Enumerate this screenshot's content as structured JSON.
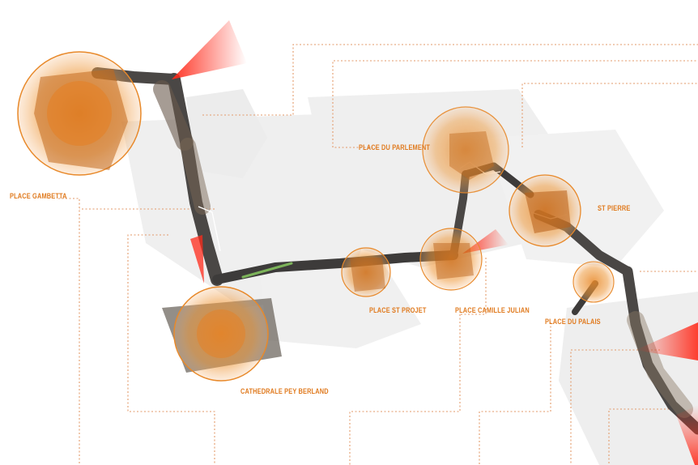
{
  "colors": {
    "accent": "#e8892a",
    "label": "#e07a1e",
    "dotted_line": "#e39a6a",
    "view_cone": "#ff2a1a",
    "street": "#3d3b3a",
    "blocks": "#e4e4e4"
  },
  "places": [
    {
      "id": "gambetta",
      "name": "PLACE GAMBETTA"
    },
    {
      "id": "parlement",
      "name": "PLACE DU PARLEMENT"
    },
    {
      "id": "st-pierre",
      "name": "ST PIERRE"
    },
    {
      "id": "st-projet",
      "name": "PLACE ST PROJET"
    },
    {
      "id": "camille-julian",
      "name": "PLACE CAMILLE JULIAN"
    },
    {
      "id": "palais",
      "name": "PLACE DU PALAIS"
    },
    {
      "id": "pey-berland",
      "name": "CATHEDRALE PEY BERLAND"
    }
  ]
}
